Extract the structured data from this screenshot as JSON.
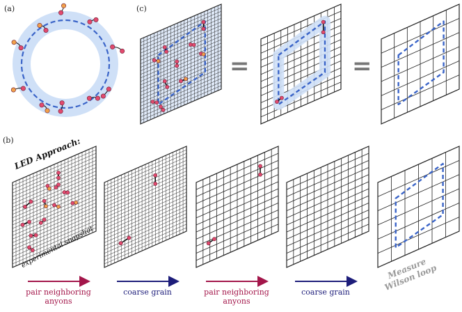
{
  "panel_labels": {
    "a": "(a)",
    "b": "(b)",
    "c": "(c)"
  },
  "equals_sign": "=",
  "led_title": "LED Approach:",
  "snapshot_label": "experimental snapshot",
  "steps": [
    {
      "label_line1": "pair neighboring",
      "label_line2": "anyons",
      "color": "#a3164a"
    },
    {
      "label_line1": "coarse grain",
      "label_line2": "",
      "color": "#1d1d7a"
    },
    {
      "label_line1": "pair neighboring",
      "label_line2": "anyons",
      "color": "#a3164a"
    },
    {
      "label_line1": "coarse grain",
      "label_line2": "",
      "color": "#1d1d7a"
    }
  ],
  "final_step": {
    "line1": "Measure",
    "line2": "Wilson loop"
  },
  "colors": {
    "ring_fill": "#cfe0f7",
    "loop": "#3a64c8",
    "anyon_pink": "#e24a6e",
    "anyon_orange": "#f2a14a",
    "grid_line": "#222222",
    "grid_tint": "#dfe9f8",
    "equals": "#777777",
    "wilson_text": "#999999"
  }
}
